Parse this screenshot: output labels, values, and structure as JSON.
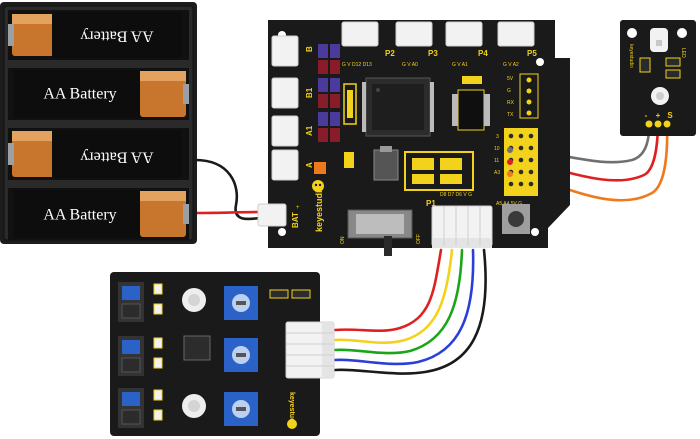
{
  "battery_holder": {
    "cells": [
      {
        "label": "AA Battery",
        "flipped": true
      },
      {
        "label": "AA Battery",
        "flipped": false
      },
      {
        "label": "AA Battery",
        "flipped": true
      },
      {
        "label": "AA Battery",
        "flipped": false
      }
    ]
  },
  "main_board": {
    "ports_top": [
      "P2",
      "P3",
      "P4",
      "P5"
    ],
    "pin_labels_top": [
      "G V D12 D13",
      "G V A0",
      "G V A1",
      "G V A2"
    ],
    "ports_left": [
      "B",
      "B1",
      "A1",
      "A"
    ],
    "bat_label": "BAT",
    "bat_plus": "+",
    "bat_minus": "-",
    "brand": "keyestudio",
    "switch_on": "ON",
    "switch_off": "OFF",
    "p1_label": "P1",
    "p1_pins": "D8 D7 D6 V G",
    "right_pins": [
      "5V",
      "G",
      "RX",
      "TX"
    ],
    "right_numbers": [
      "3",
      "10",
      "11",
      "A3"
    ],
    "bottom_pins": "A5 A4 5V G"
  },
  "led_module": {
    "title": "LED",
    "brand": "keyestudio",
    "pins": [
      "-",
      "+",
      "S"
    ]
  },
  "sensor_module": {
    "brand": "keyestudio"
  },
  "colors": {
    "board": "#1a1a1a",
    "pin_yellow": "#f2d21b",
    "header_white": "#f2f2f2",
    "wire_red": "#e02020",
    "wire_black": "#1a1a1a",
    "wire_grey": "#707070",
    "wire_orange": "#ee7a1c",
    "wire_green": "#1aa51a",
    "wire_blue": "#2a3fd8",
    "wire_yellow": "#f2d21b"
  }
}
